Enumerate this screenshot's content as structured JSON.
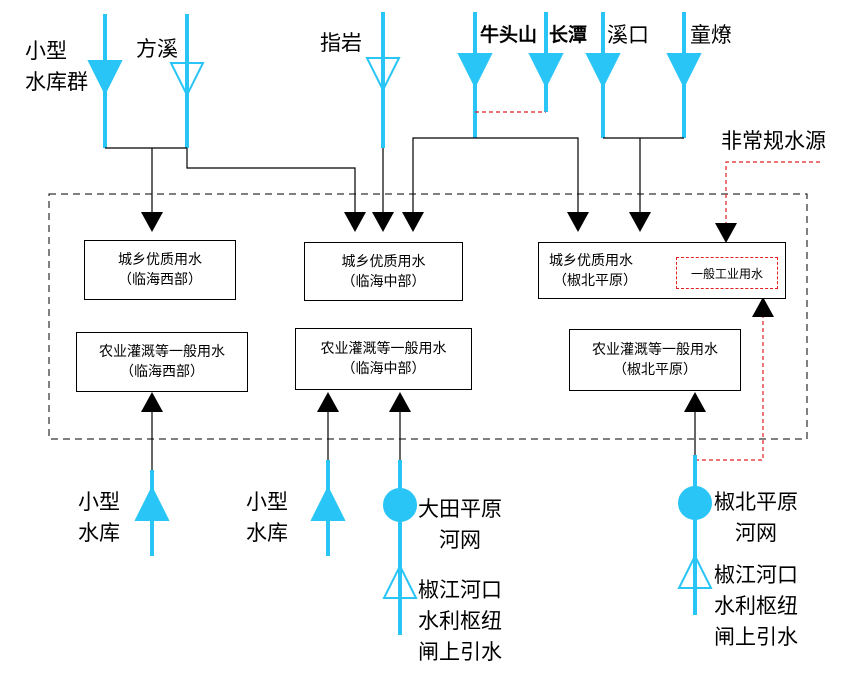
{
  "sources_top": {
    "small_reservoirs": [
      "小型",
      "水库群"
    ],
    "fangxi": "方溪",
    "zhiyan": "指岩",
    "niutoushan": "牛头山",
    "changtan": "长潭",
    "xikou": "溪口",
    "tongliao": "童燎",
    "unconventional": "非常规水源"
  },
  "boxes": {
    "urban_west": [
      "城乡优质用水",
      "（临海西部）"
    ],
    "urban_central": [
      "城乡优质用水",
      "（临海中部）"
    ],
    "urban_north": [
      "城乡优质用水",
      "（椒北平原）"
    ],
    "industry": "一般工业用水",
    "agri_west": [
      "农业灌溉等一般用水",
      "（临海西部）"
    ],
    "agri_central": [
      "农业灌溉等一般用水",
      "（临海中部）"
    ],
    "agri_north": [
      "农业灌溉等一般用水",
      "（椒北平原）"
    ]
  },
  "sources_bottom": {
    "small_reservoir_1": [
      "小型",
      "水库"
    ],
    "small_reservoir_2": [
      "小型",
      "水库"
    ],
    "datian": [
      "大田平原",
      "河网"
    ],
    "jiaojiang_1": [
      "椒江河口",
      "水利枢纽",
      "闸上引水"
    ],
    "jiaobei": [
      "椒北平原",
      "河网"
    ],
    "jiaojiang_2": [
      "椒江河口",
      "水利枢纽",
      "闸上引水"
    ]
  },
  "colors": {
    "water": "#29c5f6",
    "red": "#e02020",
    "line": "#000000"
  }
}
